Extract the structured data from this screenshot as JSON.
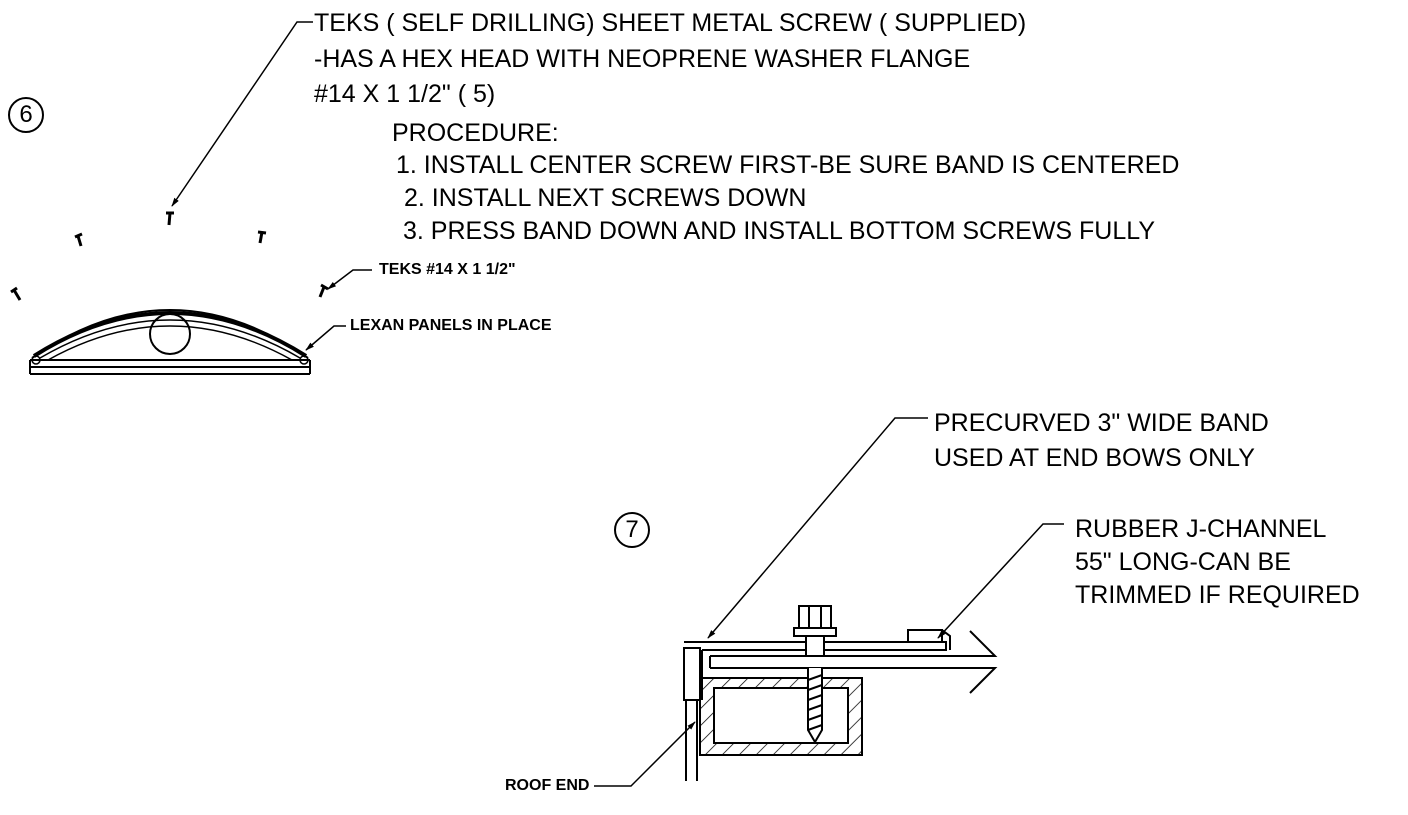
{
  "detail6": {
    "number": "6",
    "screw_note": {
      "line1": "TEKS ( SELF DRILLING)   SHEET METAL SCREW ( SUPPLIED)",
      "line2": "-HAS A HEX HEAD WITH NEOPRENE WASHER FLANGE",
      "line3": "#14 X 1 1/2\" ( 5)"
    },
    "procedure": {
      "title": "PROCEDURE:",
      "steps": [
        "1. INSTALL CENTER SCREW FIRST-BE SURE BAND IS CENTERED",
        "2. INSTALL NEXT SCREWS DOWN",
        "3. PRESS BAND DOWN AND INSTALL BOTTOM SCREWS FULLY"
      ]
    },
    "teks_label": "TEKS #14 X 1 1/2\"",
    "lexan_label": "LEXAN PANELS IN PLACE"
  },
  "detail7": {
    "number": "7",
    "band_label": {
      "line1": "PRECURVED 3\" WIDE BAND",
      "line2": "USED AT END BOWS ONLY"
    },
    "channel_label": {
      "line1": "RUBBER J-CHANNEL",
      "line2": "55\" LONG-CAN BE",
      "line3": "TRIMMED IF REQUIRED"
    },
    "roof_end_label": "ROOF END"
  }
}
